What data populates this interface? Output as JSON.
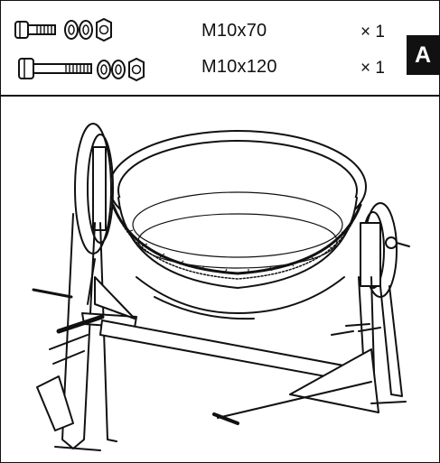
{
  "badge": "A",
  "parts": [
    {
      "size": "M10x70",
      "qty": "× 1",
      "icon": "short-bolt-washer-nut-icon"
    },
    {
      "size": "M10x120",
      "qty": "× 1",
      "icon": "long-bolt-washer-nut-icon"
    }
  ],
  "illustration": {
    "icon": "cement-mixer-frame-icon"
  }
}
